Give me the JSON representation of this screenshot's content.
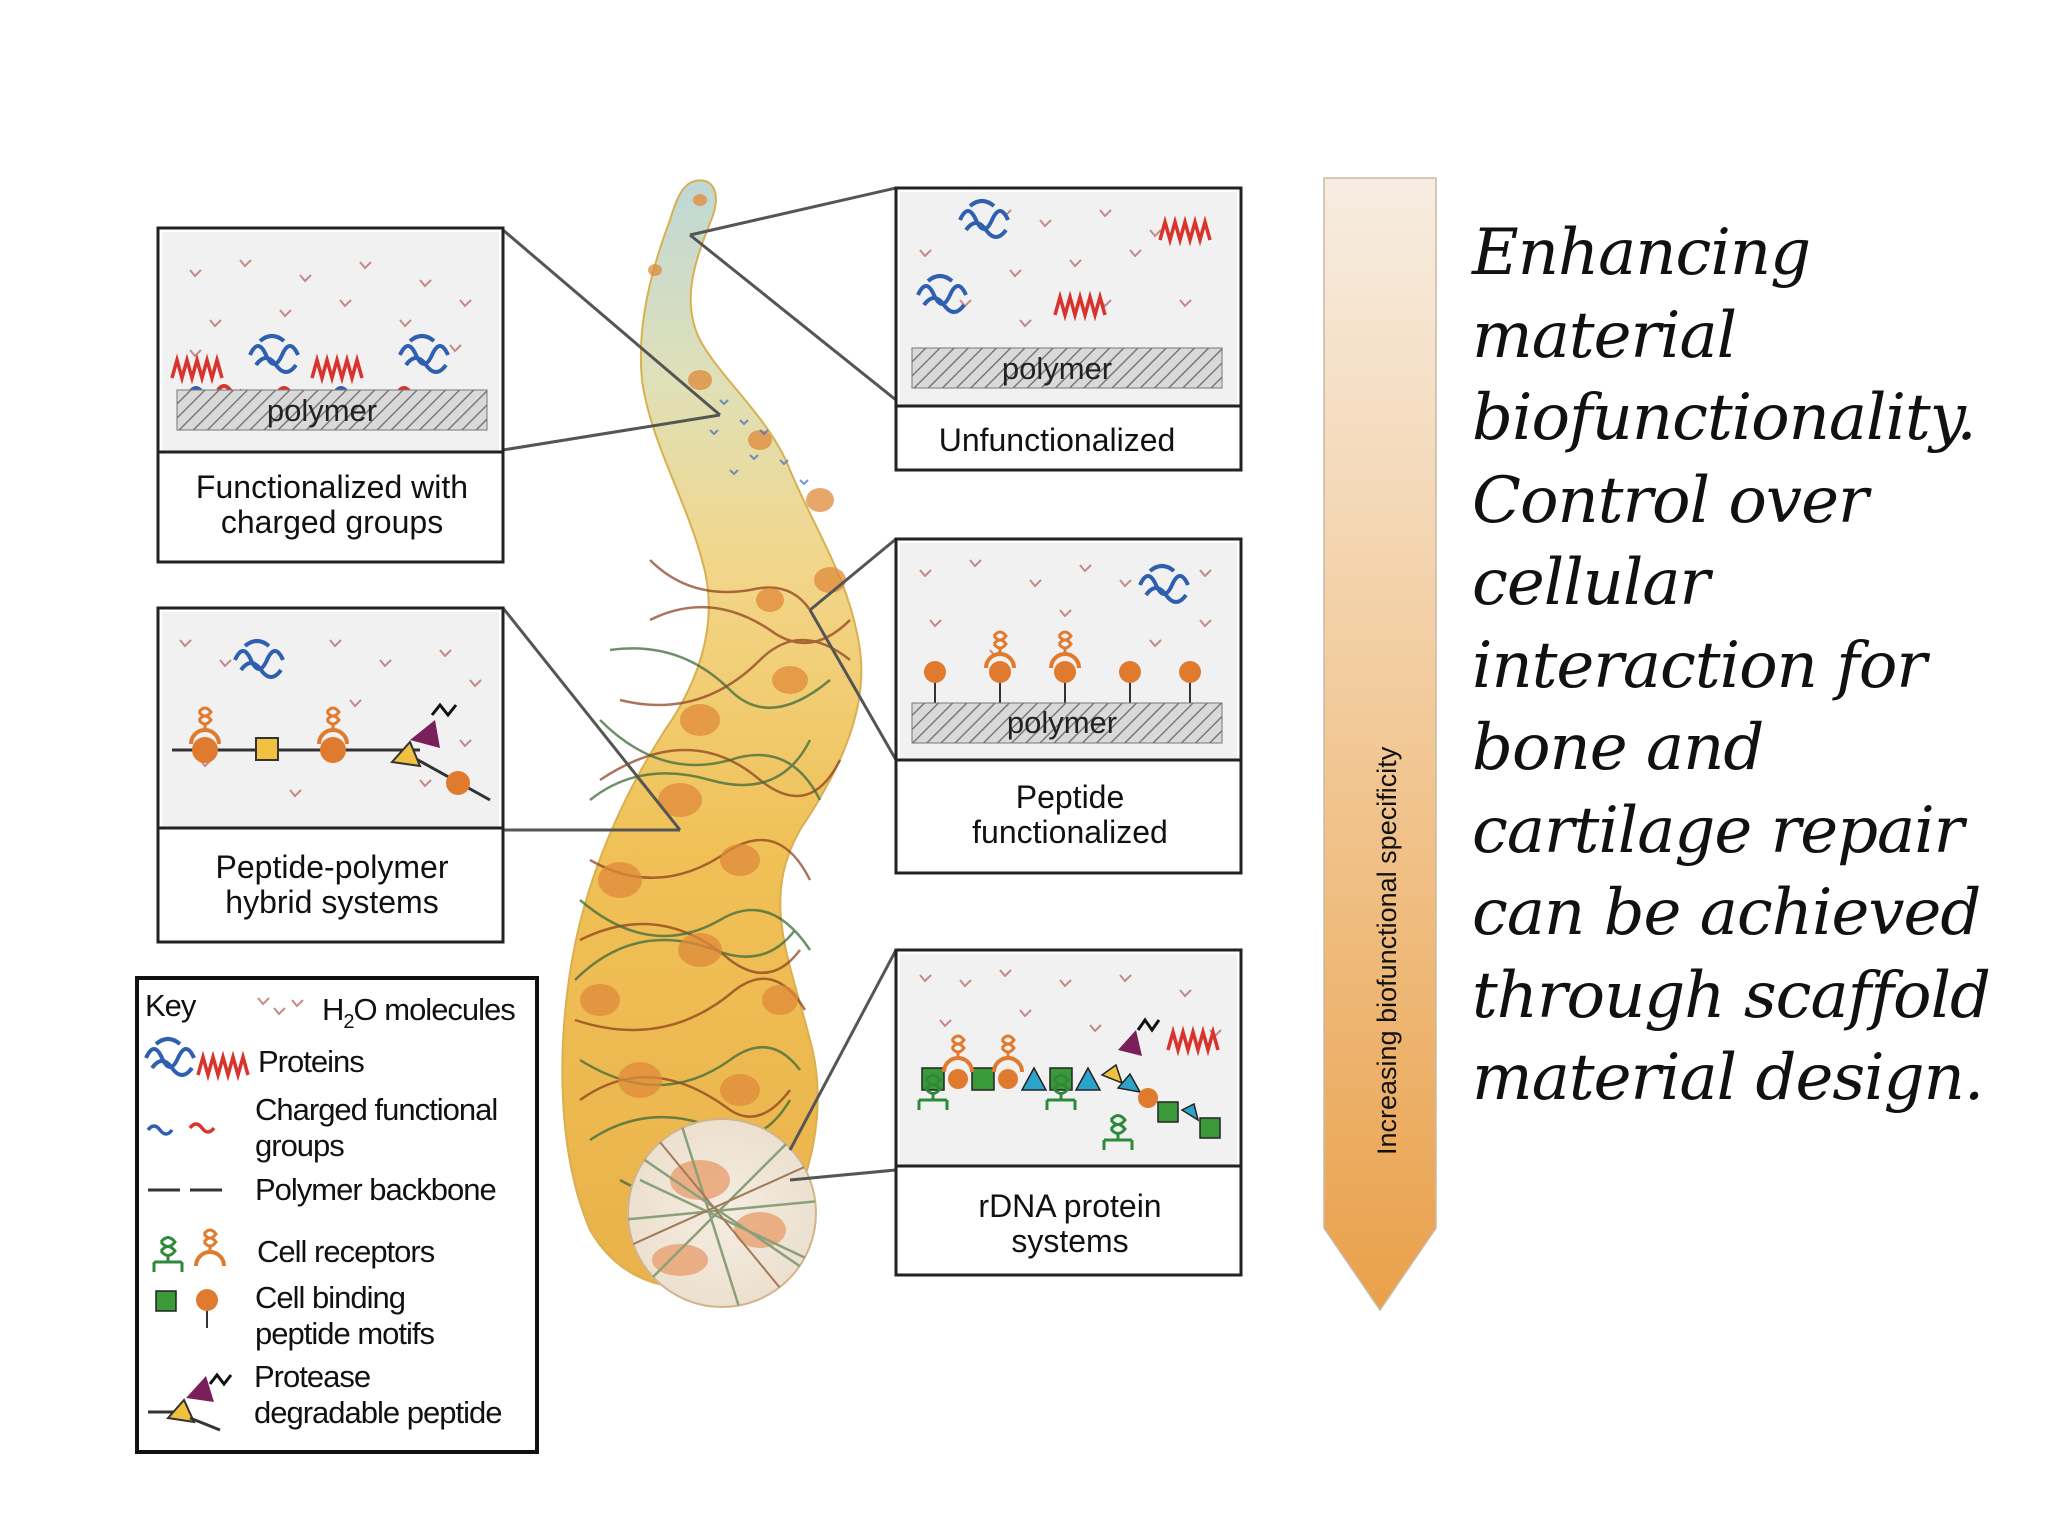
{
  "panels": {
    "charged": {
      "label_lines": [
        "Functionalized with",
        "charged groups"
      ],
      "polymer": "polymer"
    },
    "hybrid": {
      "label_lines": [
        "Peptide-polymer",
        "hybrid systems"
      ]
    },
    "unfunc": {
      "label_lines": [
        "Unfunctionalized"
      ],
      "polymer": "polymer"
    },
    "peptide": {
      "label_lines": [
        "Peptide",
        "functionalized"
      ],
      "polymer": "polymer"
    },
    "rdna": {
      "label_lines": [
        "rDNA protein",
        "systems"
      ]
    }
  },
  "key": {
    "title": "Key",
    "h2o_pre": "H",
    "h2o_sub": "2",
    "h2o_post": "O molecules",
    "proteins": "Proteins",
    "charged_lines": [
      "Charged functional",
      "groups"
    ],
    "backbone": "Polymer backbone",
    "receptors": "Cell receptors",
    "binding_lines": [
      "Cell binding",
      "peptide motifs"
    ],
    "protease_lines": [
      "Protease",
      "degradable peptide"
    ]
  },
  "arrow": {
    "label": "Increasing biofunctional specificity"
  },
  "caption_lines": [
    "Enhancing",
    "material",
    "biofunctionality.",
    "Control over",
    "cellular",
    "interaction for",
    "bone and",
    "cartilage repair",
    "can be achieved",
    "through scaffold",
    "material design."
  ],
  "colors": {
    "protein_blue": "#2f5fb0",
    "protein_red": "#d8332c",
    "receptor_orange": "#e07a2e",
    "motif_green": "#3a9a3a",
    "protease_purple": "#7a1f5a",
    "arrow_light": "#f7ede2",
    "arrow_dark": "#e9a04a"
  }
}
